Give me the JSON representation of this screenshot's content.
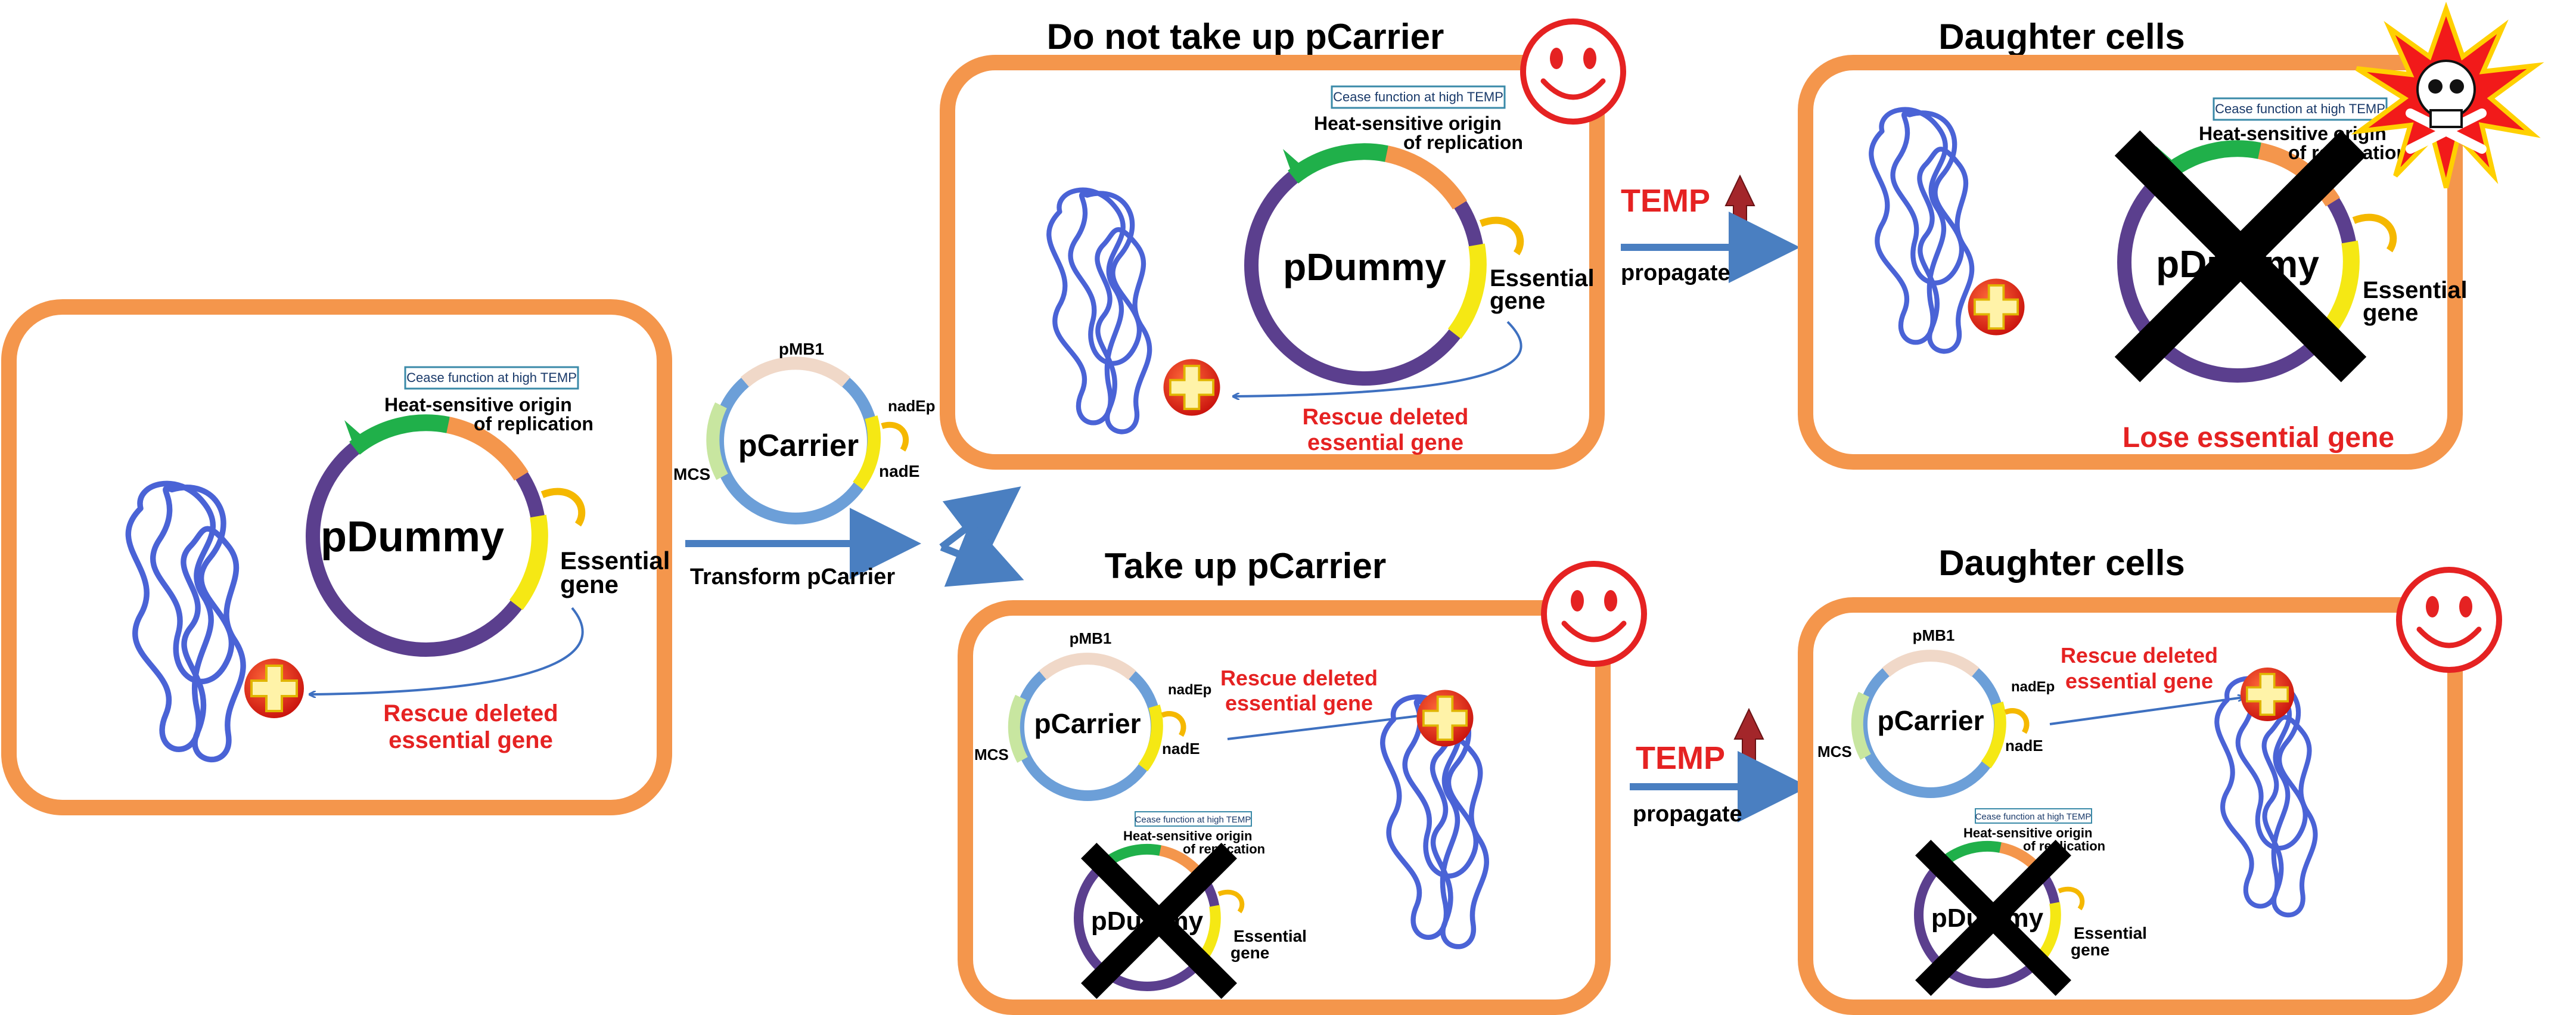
{
  "headings": {
    "no_uptake": "Do not take up pCarrier",
    "uptake": "Take up pCarrier",
    "daughter_top": "Daughter cells",
    "daughter_bottom": "Daughter cells"
  },
  "pdummy": {
    "name": "pDummy",
    "note": "Cease function at high TEMP",
    "origin_line1": "Heat-sensitive origin",
    "origin_line2": "of replication",
    "gene_line1": "Essential",
    "gene_line2": "gene"
  },
  "pcarrier": {
    "name": "pCarrier",
    "pmb1": "pMB1",
    "nadep": "nadEp",
    "nade": "nadE",
    "mcs": "MCS"
  },
  "rescue": {
    "line1": "Rescue deleted",
    "line2": "essential gene"
  },
  "arrows": {
    "transform": "Transform pCarrier",
    "temp": "TEMP",
    "propagate": "propagate"
  },
  "outcome": {
    "lose": "Lose essential gene"
  },
  "colors": {
    "box_border": "#f4964c",
    "chromosome": "#4a63d6",
    "plasmid_ring": "#5b3f8e",
    "origin_green": "#20b04a",
    "gene_yellow": "#f5e814",
    "accent_red": "#e52222",
    "arrow_blue": "#4a7fc1"
  },
  "icons": [
    "smiley-icon",
    "skull-crossbones-icon",
    "temperature-up-arrow-icon",
    "lesion-marker-icon",
    "cross-out-icon"
  ]
}
